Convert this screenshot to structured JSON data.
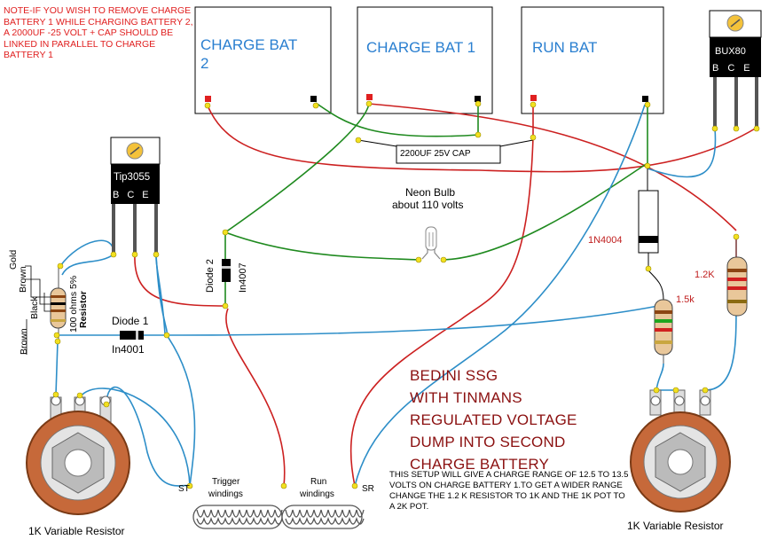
{
  "note": "NOTE-IF YOU WISH TO REMOVE CHARGE BATTERY 1 WHILE CHARGING BATTERY 2, A 2000UF -25 VOLT + CAP SHOULD BE LINKED IN PARALLEL TO CHARGE BATTERY 1",
  "batteries": {
    "charge_bat_2": "CHARGE BAT 2",
    "charge_bat_1": "CHARGE BAT 1",
    "run_bat": "RUN BAT"
  },
  "transistors": {
    "tip": {
      "name": "Tip3055",
      "pins": [
        "B",
        "C",
        "E"
      ]
    },
    "bux": {
      "name": "BUX80",
      "pins": [
        "B",
        "C",
        "E"
      ]
    }
  },
  "capacitor": "2200UF 25V CAP",
  "neon": {
    "line1": "Neon Bulb",
    "line2": "about 110 volts"
  },
  "diode1": {
    "name": "Diode 1",
    "part": "In4001"
  },
  "diode2": {
    "name": "Diode 2",
    "part": "In4007"
  },
  "diode_1n4004": "1N4004",
  "resistor_left": {
    "line1": "100 ohms 5%",
    "line2": "Resistor"
  },
  "color_bands": {
    "gold": "Gold",
    "brown_top": "Brown",
    "black": "Black",
    "brown_bottom": "Brown"
  },
  "resistor_1k2": "1.2K",
  "resistor_1k5": "1.5k",
  "pot_left": "1K Variable Resistor",
  "pot_right": "1K Variable Resistor",
  "coils": {
    "trigger": {
      "line1": "Trigger",
      "line2": "windings",
      "start": "ST"
    },
    "run": {
      "line1": "Run",
      "line2": "windings",
      "start": "SR"
    }
  },
  "title": [
    "BEDINI SSG",
    "WITH TINMANS",
    "REGULATED VOLTAGE",
    "DUMP INTO SECOND",
    "CHARGE BATTERY"
  ],
  "description": "THIS SETUP WILL GIVE A CHARGE RANGE OF 12.5 TO 13.5 VOLTS ON CHARGE BATTERY 1.TO GET A WIDER RANGE CHANGE THE 1.2 K RESISTOR TO 1K AND THE 1K POT TO A 2K POT.",
  "colors": {
    "red_wire": "#cc2020",
    "green_wire": "#1f8a1f",
    "blue_wire": "#2d8ec8",
    "brown_wire": "#9a3a1a",
    "label_blue": "#2a7fd0",
    "title_color": "#8b1010"
  }
}
